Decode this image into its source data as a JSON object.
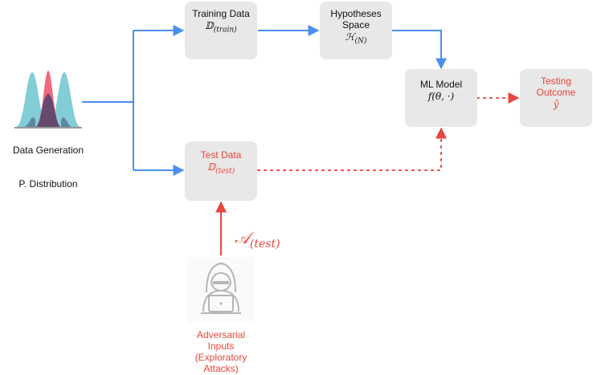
{
  "source": {
    "label_line1": "Data  Generation",
    "label_line2": "P. Distribution"
  },
  "training": {
    "title": "Training Data",
    "symbol": "𝔻",
    "subscript": "(train)"
  },
  "hypotheses": {
    "title": "Hypotheses\nSpace",
    "symbol": "ℋ",
    "subscript": "(N)"
  },
  "model": {
    "title": "ML Model",
    "formula": "f(θ, ·)"
  },
  "outcome": {
    "title": "Testing\nOutcome",
    "symbol": "ŷ"
  },
  "test": {
    "title": "Test Data",
    "symbol": "𝔻",
    "subscript": "(test)"
  },
  "attack": {
    "symbol": "𝒜",
    "subscript": "(test)"
  },
  "adversary": {
    "label": "Adversarial\nInputs\n(Exploratory\nAttacks)"
  },
  "colors": {
    "blue_edge": "#4a8ef0",
    "red_edge": "#e8453c",
    "node_fill": "#e8e8e8",
    "dist_teal": "#6cc4cf",
    "dist_red": "#ee5a6e",
    "dist_navy": "#3a3f6b"
  }
}
